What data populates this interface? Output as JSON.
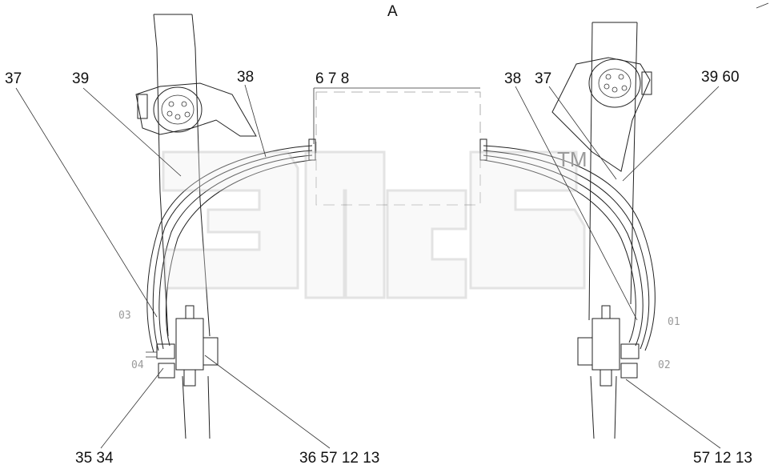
{
  "view_label": "A",
  "watermark": {
    "text": "ЭПСБ",
    "tm": "TM"
  },
  "callouts_top": {
    "left_37": "37",
    "left_39": "39",
    "left_38": "38",
    "center_678": "6 7 8",
    "right_38": "38",
    "right_37": "37",
    "right_3960": "39 60"
  },
  "callouts_bottom": {
    "left_3534": "35 34",
    "center_36": "36 57 12 13",
    "right_571213": "57 12 13"
  },
  "port_marks": {
    "left_o3": "03",
    "left_o4": "04",
    "right_o1": "01",
    "right_o2": "02"
  },
  "colors": {
    "line": "#222222",
    "watermark": "#b0b0b0",
    "faint": "#9a9a9a"
  }
}
